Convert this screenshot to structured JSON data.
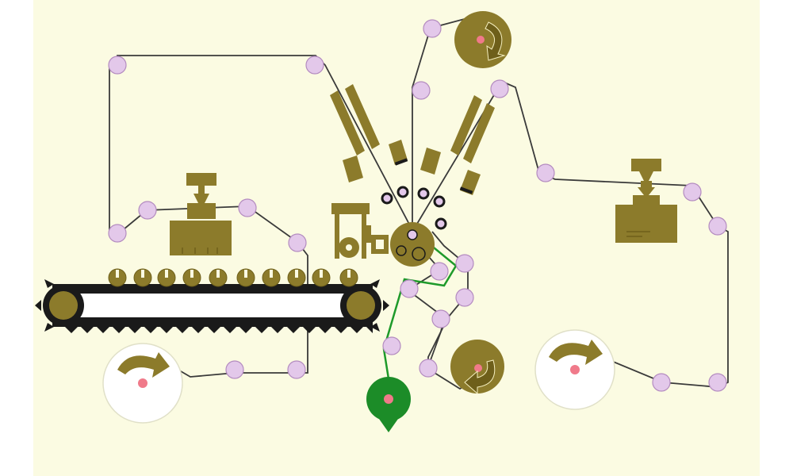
{
  "colors": {
    "background": "#ffffff",
    "canvas": "#fbfbe2",
    "machine": "#8c7b2b",
    "machine_dark": "#6e5f1a",
    "roller": "#e3c8ea",
    "roller_stroke": "#b48cc0",
    "web": "#3a3a3a",
    "green_web": "#1e9a2a",
    "green_reel": "#1c8c28",
    "unwind_reel": "#ffffff",
    "hub": "#f07a8a",
    "conveyor": "#1a1a1a"
  },
  "icons": {
    "roller": "idler-roller-icon",
    "unwind_reel": "unwind-reel-icon",
    "rewind_reel": "rewind-reel-icon",
    "rotation_arrow": "curved-rotation-arrow-icon",
    "sprocket": "sprocket-wheel-icon"
  },
  "components": {
    "conveyor_pucks": 10,
    "left_unwind_reels": 1,
    "right_unwind_reels": 1,
    "rewind_reels": 2,
    "green_reel": 1
  }
}
